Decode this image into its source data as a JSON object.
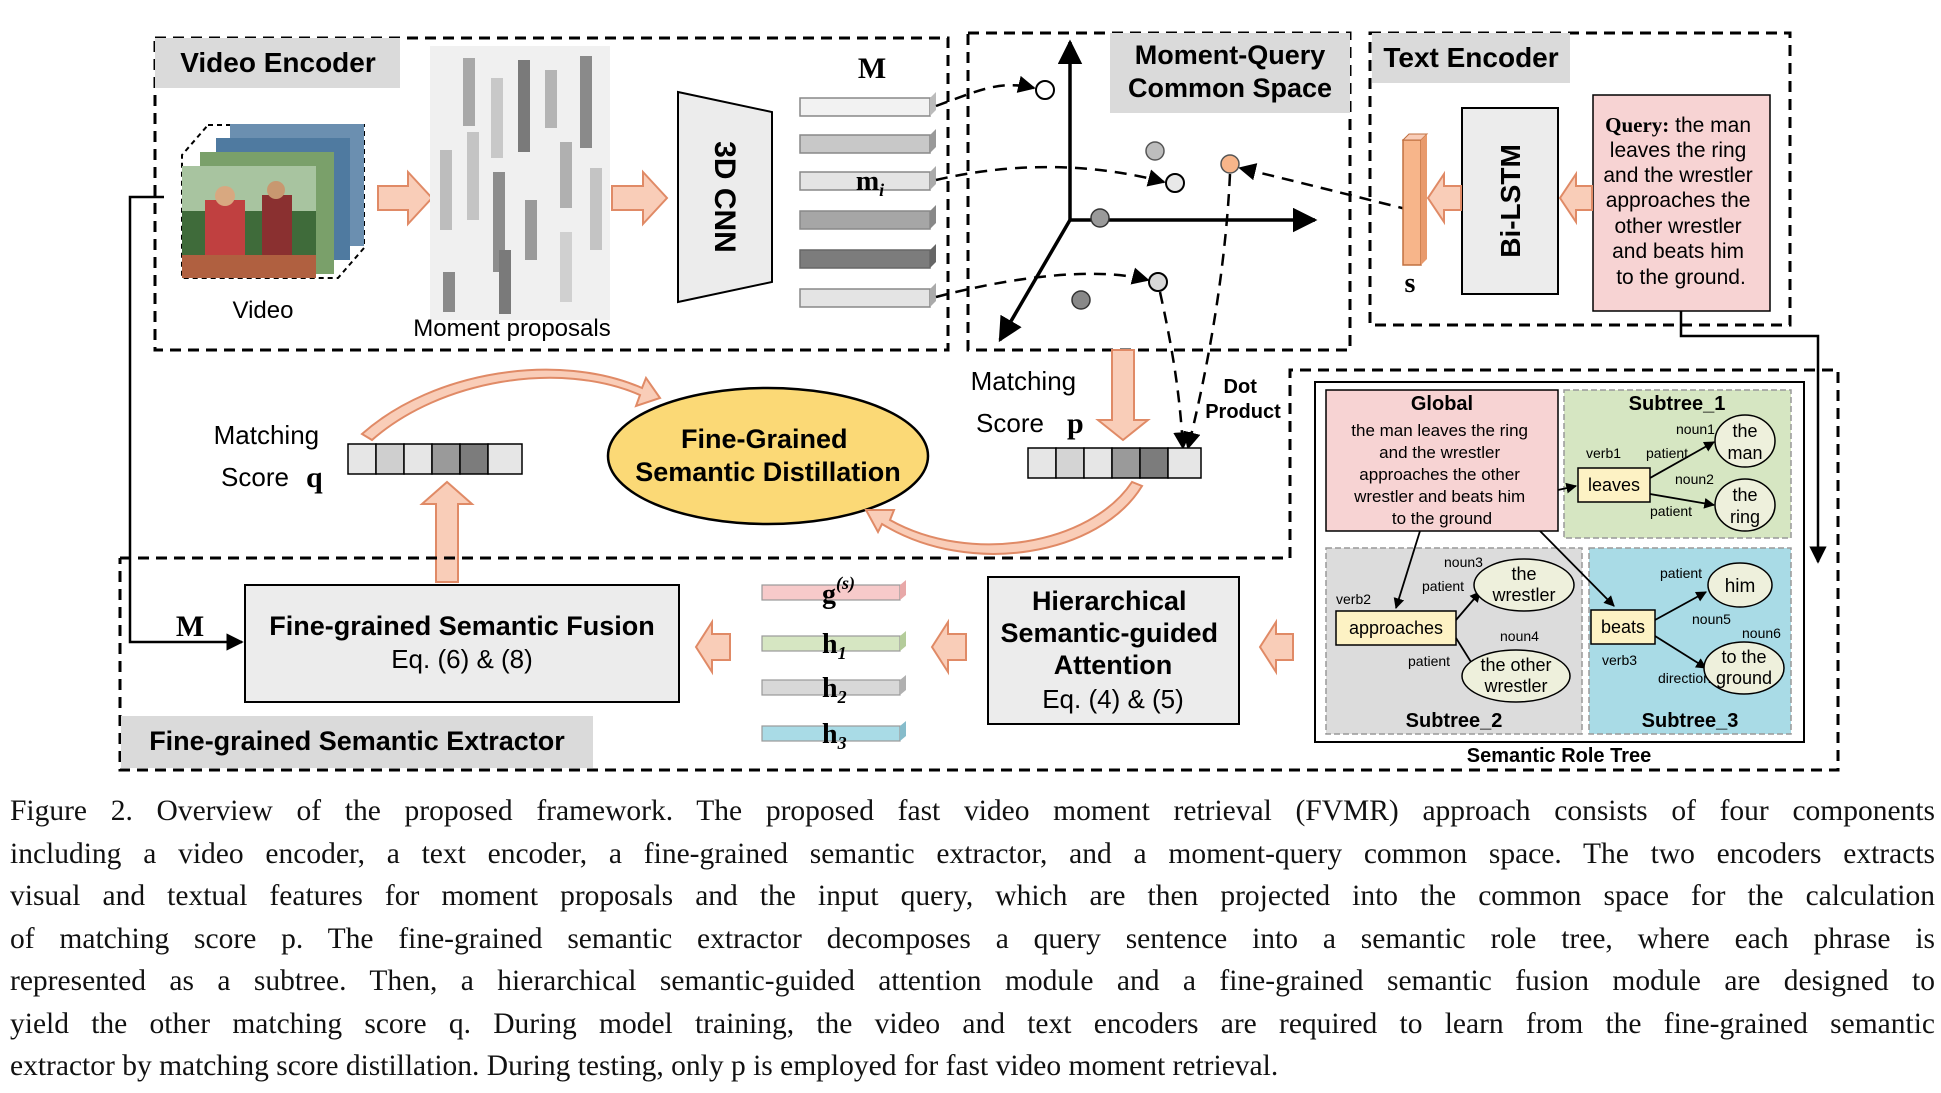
{
  "video_encoder": {
    "title": "Video Encoder",
    "video_label": "Video",
    "proposals_label": "Moment proposals",
    "cnn_label": "3D CNN",
    "features_label": "M",
    "feature_item_label": "m",
    "feature_item_sub": "i"
  },
  "common_space": {
    "title_line1": "Moment-Query",
    "title_line2": "Common Space"
  },
  "text_encoder": {
    "title": "Text Encoder",
    "lstm_label": "Bi-LSTM",
    "sentence_label": "s",
    "query_prefix": "Query:",
    "query_lines": [
      "the man",
      "leaves the ring",
      "and the wrestler",
      "approaches the",
      "other wrestler",
      "and beats him",
      "to the ground."
    ]
  },
  "scores": {
    "p_label_line1": "Matching",
    "p_label_line2": "Score",
    "p_symbol": "p",
    "q_label_line1": "Matching",
    "q_label_line2": "Score",
    "q_symbol": "q",
    "dot_product_line1": "Dot",
    "dot_product_line2": "Product"
  },
  "distillation": {
    "line1": "Fine-Grained",
    "line2": "Semantic Distillation"
  },
  "extractor": {
    "title": "Fine-grained Semantic Extractor",
    "fusion_title": "Fine-grained Semantic Fusion",
    "fusion_eq": "Eq.  (6)  & (8)",
    "m_label": "M",
    "attention_line1": "Hierarchical",
    "attention_line2": "Semantic-guided",
    "attention_line3": "Attention",
    "attention_eq": "Eq. (4) & (5)",
    "g_label": "g",
    "g_sup": "(s)",
    "h_labels": [
      "h",
      "h",
      "h"
    ],
    "h_subs": [
      "1",
      "2",
      "3"
    ]
  },
  "role_tree": {
    "caption": "Semantic Role Tree",
    "global_title": "Global",
    "global_lines": [
      "the man leaves the ring",
      "and the wrestler",
      "approaches the other",
      "wrestler and beats him",
      "to the ground"
    ],
    "subtree1": {
      "title": "Subtree_1",
      "verb_tag": "verb1",
      "verb": "leaves",
      "edge1_tag": "noun1",
      "edge1_role": "patient",
      "node1_line1": "the",
      "node1_line2": "man",
      "edge2_tag": "noun2",
      "edge2_role": "patient",
      "node2_line1": "the",
      "node2_line2": "ring"
    },
    "subtree2": {
      "title": "Subtree_2",
      "verb_tag": "verb2",
      "verb": "approaches",
      "edge1_tag": "noun3",
      "edge1_role": "patient",
      "node1_line1": "the",
      "node1_line2": "wrestler",
      "edge2_tag": "noun4",
      "edge2_role": "patient",
      "node2_line1": "the other",
      "node2_line2": "wrestler"
    },
    "subtree3": {
      "title": "Subtree_3",
      "verb_tag": "verb3",
      "verb": "beats",
      "edge1_role": "patient",
      "node1": "him",
      "edge1_tag": "noun5",
      "edge2_tag": "noun6",
      "edge2_role": "direction",
      "node2_line1": "to the",
      "node2_line2": "ground"
    }
  },
  "caption": {
    "lines": [
      "Figure 2.  Overview of the proposed framework. The proposed fast video moment retrieval (FVMR) approach consists of four components",
      "including a video encoder, a text encoder, a fine-grained semantic extractor, and a moment-query common space. The two encoders extracts",
      "visual and textual features for moment proposals and the input query, which are then projected into the common space for the calculation",
      "of matching score p.  The fine-grained semantic extractor decomposes a query sentence into a semantic role tree, where each phrase is",
      "represented as a subtree. Then, a hierarchical semantic-guided attention module and a fine-grained semantic fusion module are designed to",
      "yield the other matching score q. During model training, the video and text encoders are required to learn from the fine-grained semantic",
      "extractor by matching score distillation. During testing, only p is employed for fast video moment retrieval."
    ]
  },
  "colors": {
    "arrow_fill": "#f9cdb8",
    "arrow_stroke": "#e08a66",
    "ellipse_fill": "#fbd976",
    "query_fill": "#f7d3d3",
    "subtree1_fill": "#d6e6c2",
    "subtree2_fill": "#dcdcdc",
    "subtree3_fill": "#a9dbe6",
    "verb_fill": "#fdf2c4",
    "node_fill": "#eef0dc",
    "title_tab": "#dadada",
    "orange_point": "#f7b58a"
  }
}
